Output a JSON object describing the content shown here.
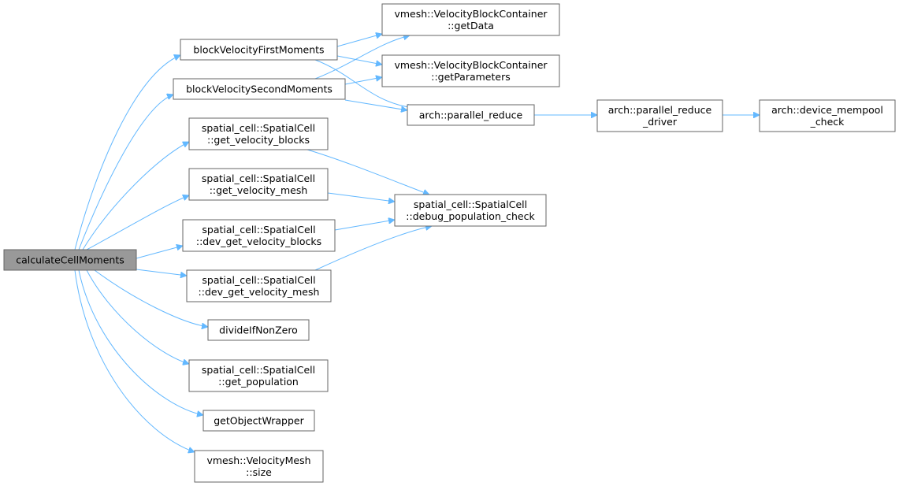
{
  "diagram": {
    "colors": {
      "edge": "#63b8ff",
      "root_fill": "#999999",
      "border": "#666666"
    },
    "nodes": {
      "root": {
        "lines": [
          "calculateCellMoments"
        ]
      },
      "bvfm": {
        "lines": [
          "blockVelocityFirstMoments"
        ]
      },
      "bvsm": {
        "lines": [
          "blockVelocitySecondMoments"
        ]
      },
      "gvb": {
        "lines": [
          "spatial_cell::SpatialCell",
          "::get_velocity_blocks"
        ]
      },
      "gvm": {
        "lines": [
          "spatial_cell::SpatialCell",
          "::get_velocity_mesh"
        ]
      },
      "dgvb": {
        "lines": [
          "spatial_cell::SpatialCell",
          "::dev_get_velocity_blocks"
        ]
      },
      "dgvm": {
        "lines": [
          "spatial_cell::SpatialCell",
          "::dev_get_velocity_mesh"
        ]
      },
      "div": {
        "lines": [
          "divideIfNonZero"
        ]
      },
      "gpop": {
        "lines": [
          "spatial_cell::SpatialCell",
          "::get_population"
        ]
      },
      "gow": {
        "lines": [
          "getObjectWrapper"
        ]
      },
      "vms": {
        "lines": [
          "vmesh::VelocityMesh",
          "::size"
        ]
      },
      "gd": {
        "lines": [
          "vmesh::VelocityBlockContainer",
          "::getData"
        ]
      },
      "gp": {
        "lines": [
          "vmesh::VelocityBlockContainer",
          "::getParameters"
        ]
      },
      "apr": {
        "lines": [
          "arch::parallel_reduce"
        ]
      },
      "dpc": {
        "lines": [
          "spatial_cell::SpatialCell",
          "::debug_population_check"
        ]
      },
      "aprd": {
        "lines": [
          "arch::parallel_reduce",
          "_driver"
        ]
      },
      "adm": {
        "lines": [
          "arch::device_mempool",
          "_check"
        ]
      }
    },
    "edges": [
      [
        "root",
        "bvfm"
      ],
      [
        "root",
        "bvsm"
      ],
      [
        "root",
        "gvb"
      ],
      [
        "root",
        "gvm"
      ],
      [
        "root",
        "dgvb"
      ],
      [
        "root",
        "dgvm"
      ],
      [
        "root",
        "div"
      ],
      [
        "root",
        "gpop"
      ],
      [
        "root",
        "gow"
      ],
      [
        "root",
        "vms"
      ],
      [
        "bvfm",
        "gd"
      ],
      [
        "bvfm",
        "gp"
      ],
      [
        "bvfm",
        "apr"
      ],
      [
        "bvsm",
        "gd"
      ],
      [
        "bvsm",
        "gp"
      ],
      [
        "bvsm",
        "apr"
      ],
      [
        "gvb",
        "dpc"
      ],
      [
        "gvm",
        "dpc"
      ],
      [
        "dgvb",
        "dpc"
      ],
      [
        "dgvm",
        "dpc"
      ],
      [
        "apr",
        "aprd"
      ],
      [
        "aprd",
        "adm"
      ]
    ]
  }
}
